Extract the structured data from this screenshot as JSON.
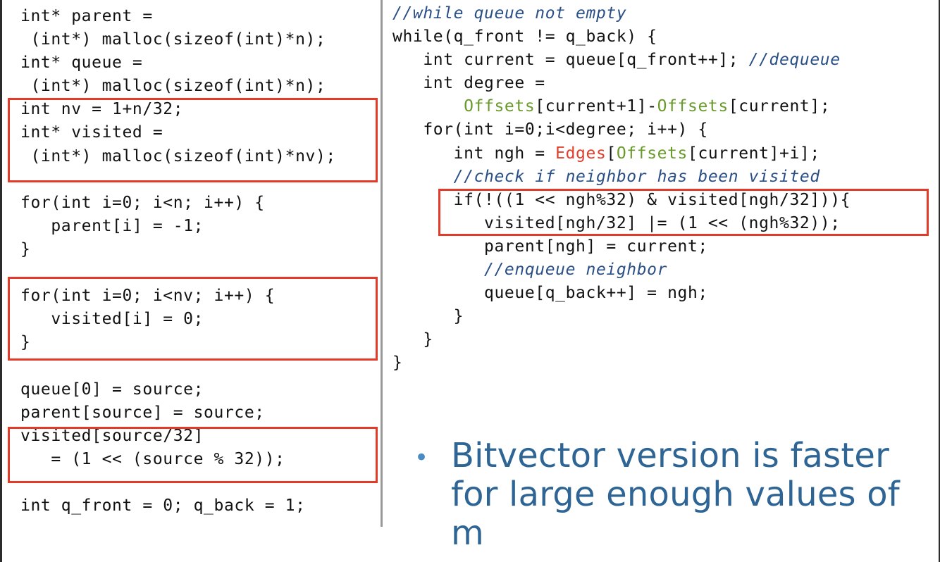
{
  "left_code": [
    [
      {
        "t": "int* parent ="
      }
    ],
    [
      {
        "t": " (int*) malloc(sizeof(int)*n);"
      }
    ],
    [
      {
        "t": "int* queue ="
      }
    ],
    [
      {
        "t": " (int*) malloc(sizeof(int)*n);"
      }
    ],
    [
      {
        "t": "int nv = 1+n/32;"
      }
    ],
    [
      {
        "t": "int* visited ="
      }
    ],
    [
      {
        "t": " (int*) malloc(sizeof(int)*nv);"
      }
    ],
    [],
    [
      {
        "t": "for(int i=0; i<n; i++) {"
      }
    ],
    [
      {
        "t": "   parent[i] = -1;"
      }
    ],
    [
      {
        "t": "}"
      }
    ],
    [],
    [
      {
        "t": "for(int i=0; i<nv; i++) {"
      }
    ],
    [
      {
        "t": "   visited[i] = 0;"
      }
    ],
    [
      {
        "t": "}"
      }
    ],
    [],
    [
      {
        "t": "queue[0] = source;"
      }
    ],
    [
      {
        "t": "parent[source] = source;"
      }
    ],
    [
      {
        "t": "visited[source/32]"
      }
    ],
    [
      {
        "t": "   = (1 << (source % 32));"
      }
    ],
    [],
    [
      {
        "t": "int q_front = 0; q_back = 1;"
      }
    ]
  ],
  "right_code": [
    [
      {
        "t": "//while queue not empty",
        "c": "comment"
      }
    ],
    [
      {
        "t": "while(q_front != q_back) {"
      }
    ],
    [
      {
        "t": "   int current = queue[q_front++]; "
      },
      {
        "t": "//dequeue",
        "c": "comment"
      }
    ],
    [
      {
        "t": "   int degree ="
      }
    ],
    [
      {
        "t": "       "
      },
      {
        "t": "Offsets",
        "c": "green"
      },
      {
        "t": "[current+1]-"
      },
      {
        "t": "Offsets",
        "c": "green"
      },
      {
        "t": "[current];"
      }
    ],
    [
      {
        "t": "   for(int i=0;i<degree; i++) {"
      }
    ],
    [
      {
        "t": "      int ngh = "
      },
      {
        "t": "Edges",
        "c": "red"
      },
      {
        "t": "["
      },
      {
        "t": "Offsets",
        "c": "green"
      },
      {
        "t": "[current]+i];"
      }
    ],
    [
      {
        "t": "      //check if neighbor has been visited",
        "c": "comment"
      }
    ],
    [
      {
        "t": "      if(!((1 << ngh%32) & visited[ngh/32])){"
      }
    ],
    [
      {
        "t": "         visited[ngh/32] |= (1 << (ngh%32));"
      }
    ],
    [
      {
        "t": "         parent[ngh] = current;"
      }
    ],
    [
      {
        "t": "         //enqueue neighbor",
        "c": "comment"
      }
    ],
    [
      {
        "t": "         queue[q_back++] = ngh;"
      }
    ],
    [
      {
        "t": "      }"
      }
    ],
    [
      {
        "t": "   }"
      }
    ],
    [
      {
        "t": "}"
      }
    ]
  ],
  "bullet": {
    "text": "Bitvector version is faster for large enough values of m"
  },
  "colors": {
    "highlight_box": "#e23b2a",
    "comment": "#2a4f86",
    "offsets": "#6a9a2b",
    "edges": "#e23c2a",
    "bullet_text": "#2e6595"
  },
  "icons": {
    "bullet": "bullet-dot"
  }
}
